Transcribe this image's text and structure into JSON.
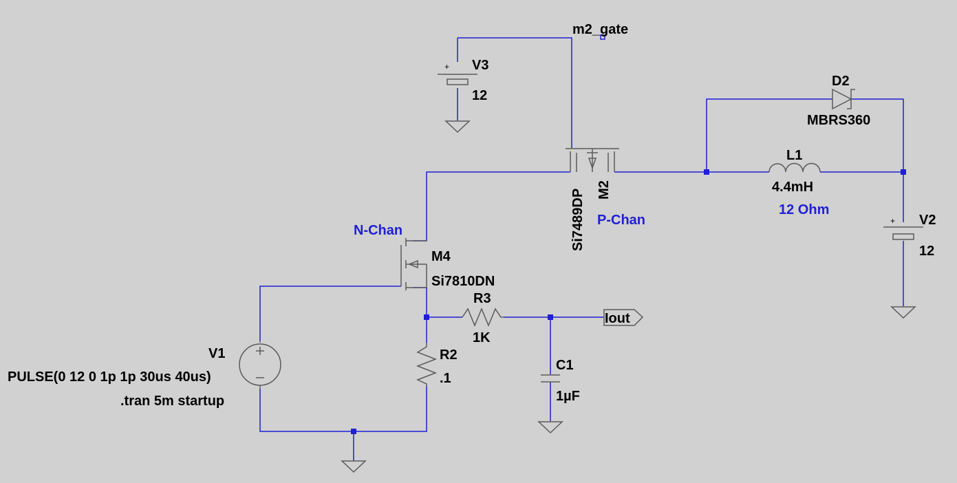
{
  "colors": {
    "background": "#d1d1d1",
    "wire": "#1f1fd6",
    "component": "#5a5a5a",
    "text": "#000000",
    "value_text": "#1f1fd6"
  },
  "labels": {
    "m2_gate": "m2_gate",
    "v3_name": "V3",
    "v3_value": "12",
    "d2_name": "D2",
    "d2_value": "MBRS360",
    "l1_name": "L1",
    "l1_value": "4.4mH",
    "l1_res": "12 Ohm",
    "m2_name": "M2",
    "m2_part": "Si7489DP",
    "m2_type": "P-Chan",
    "v2_name": "V2",
    "v2_value": "12",
    "m4_type": "N-Chan",
    "m4_name": "M4",
    "m4_part": "Si7810DN",
    "r3_name": "R3",
    "r3_value": "1K",
    "iout": "Iout",
    "v1_name": "V1",
    "v1_value": "PULSE(0 12 0 1p 1p 30us 40us)",
    "tran": ".tran 5m startup",
    "r2_name": "R2",
    "r2_value": ".1",
    "c1_name": "C1",
    "c1_value": "1µF"
  }
}
